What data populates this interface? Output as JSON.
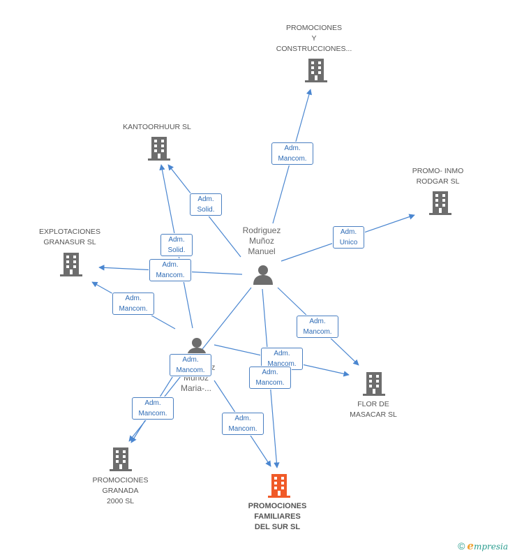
{
  "colors": {
    "edge": "#4a86d0",
    "company": "#6d6d6d",
    "focus": "#f05a28",
    "person": "#6d6d6d"
  },
  "nodes": {
    "promo_construcciones": "PROMOCIONES\nY\nCONSTRUCCIONES...",
    "kantoorhuur": "KANTOORHUUR SL",
    "promo_inmo": "PROMO- INMO\nRODGAR SL",
    "explotaciones": "EXPLOTACIONES\nGRANASUR SL",
    "rodriguez": "Rodriguez\nMuñoz\nManuel",
    "maria": "Rodriguez\nMuñoz\nMaria-...",
    "flor": "FLOR DE\nMASACAR SL",
    "granada": "PROMOCIONES\nGRANADA\n2000 SL",
    "familiares": "PROMOCIONES\nFAMILIARES\nDEL SUR SL"
  },
  "edges": {
    "e1": "Adm.\nMancom.",
    "e2": "Adm.\nSolid.",
    "e3": "Adm.\nUnico",
    "e4": "Adm.\nSolid.",
    "e5": "Adm.\nMancom.",
    "e6": "Adm.\nMancom.",
    "e7": "Adm.\nMancom.",
    "e8": "Adm.\nMancom.",
    "e9": "Adm.\nMancom.",
    "e10": "Adm.\nMancom.",
    "e11": "Adm.\nMancom.",
    "e12": "Adm.\nMancom."
  },
  "footer": {
    "copyright": "©",
    "brand_first": "e",
    "brand_rest": "mpresia"
  }
}
